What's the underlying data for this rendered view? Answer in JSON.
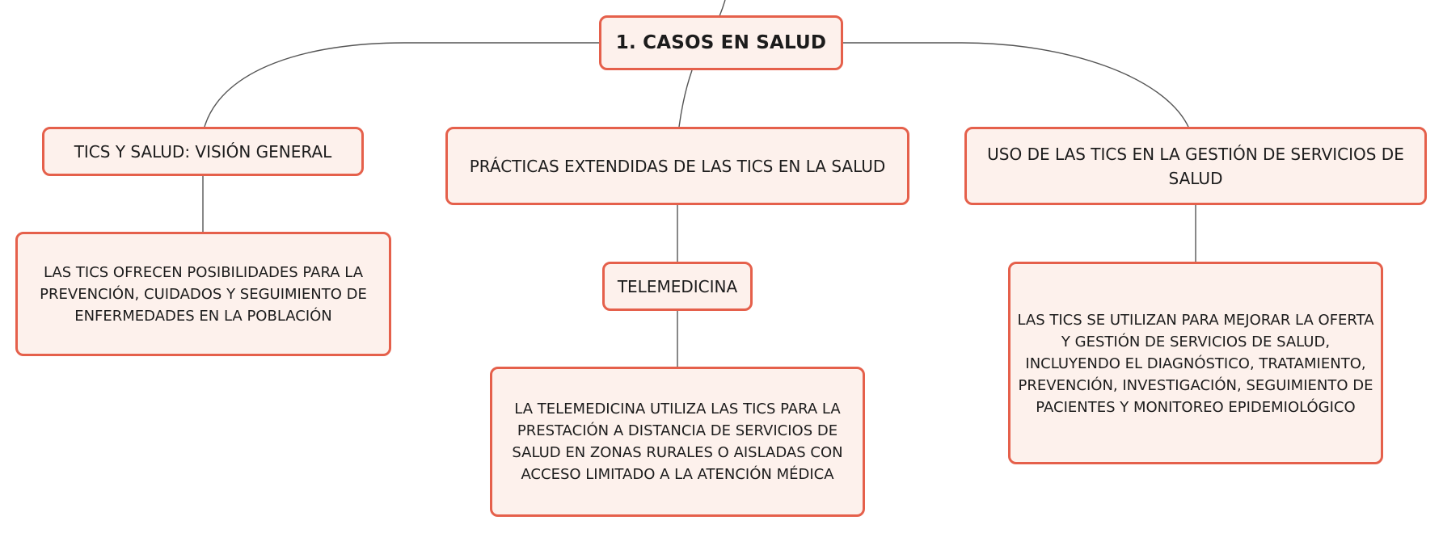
{
  "diagram": {
    "root": {
      "label": "1. CASOS EN SALUD"
    },
    "branches": [
      {
        "label": "TICS Y SALUD: VISIÓN GENERAL",
        "children": [
          {
            "label": "LAS TICS OFRECEN POSIBILIDADES PARA LA PREVENCIÓN, CUIDADOS Y SEGUIMIENTO DE ENFERMEDADES EN LA POBLACIÓN"
          }
        ]
      },
      {
        "label": "PRÁCTICAS EXTENDIDAS DE LAS TICS EN LA SALUD",
        "children": [
          {
            "label": "TELEMEDICINA",
            "children": [
              {
                "label": "LA TELEMEDICINA UTILIZA LAS TICS PARA LA PRESTACIÓN A DISTANCIA DE SERVICIOS DE SALUD EN ZONAS RURALES O AISLADAS CON ACCESO LIMITADO A LA ATENCIÓN MÉDICA"
              }
            ]
          }
        ]
      },
      {
        "label": "USO DE LAS TICS EN LA GESTIÓN DE SERVICIOS DE SALUD",
        "children": [
          {
            "label": "LAS TICS SE UTILIZAN PARA MEJORAR LA OFERTA Y GESTIÓN DE SERVICIOS DE SALUD, INCLUYENDO EL DIAGNÓSTICO, TRATAMIENTO, PREVENCIÓN, INVESTIGACIÓN, SEGUIMIENTO DE PACIENTES Y MONITOREO EPIDEMIOLÓGICO"
          }
        ]
      }
    ]
  },
  "colors": {
    "node_border": "#e5604b",
    "node_fill": "#fdf1ec",
    "connector": "#555555",
    "text": "#1c1c1c"
  }
}
